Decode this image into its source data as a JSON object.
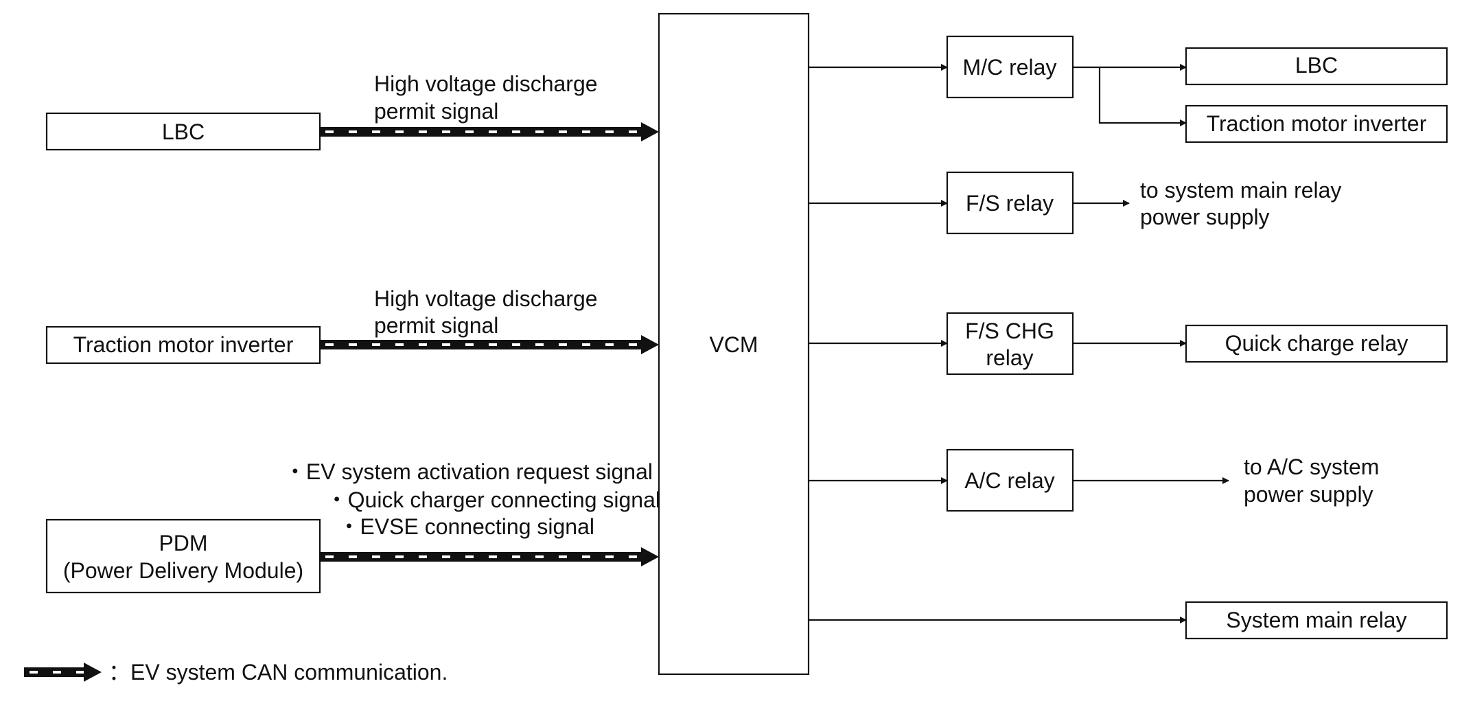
{
  "vcm": {
    "label": "VCM"
  },
  "inputs": [
    {
      "block": "LBC",
      "signal": [
        "High voltage discharge",
        "permit signal"
      ]
    },
    {
      "block": "Traction motor inverter",
      "signal": [
        "High voltage discharge",
        "permit signal"
      ]
    },
    {
      "block": [
        "PDM",
        "(Power Delivery Module)"
      ],
      "signal": [
        "・EV system activation request signal",
        "・Quick charger connecting signal",
        "・EVSE connecting signal"
      ]
    }
  ],
  "relays": {
    "mc": {
      "label": "M/C relay",
      "targets": [
        "LBC",
        "Traction motor inverter"
      ]
    },
    "fs": {
      "label": "F/S relay",
      "target": [
        "to system main relay",
        "power supply"
      ]
    },
    "fs_chg": {
      "label": [
        "F/S CHG",
        "relay"
      ],
      "target": "Quick charge relay"
    },
    "ac": {
      "label": "A/C relay",
      "target": [
        "to A/C system",
        "power supply"
      ]
    },
    "smr": {
      "target": "System main relay"
    }
  },
  "legend": {
    "text": "：EV system CAN communication."
  }
}
